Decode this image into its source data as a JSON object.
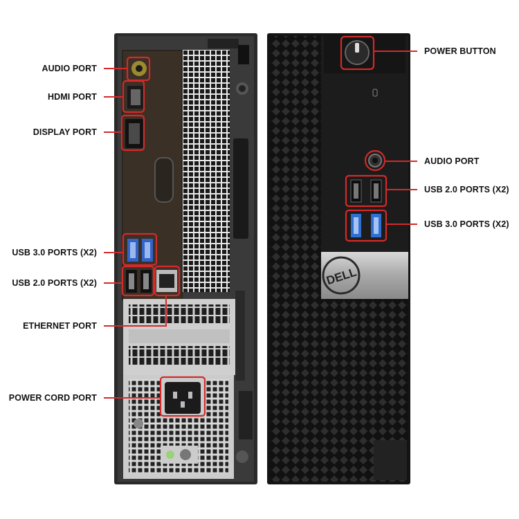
{
  "labels_left": [
    {
      "id": "audio-port-back",
      "text": "AUDIO PORT"
    },
    {
      "id": "hdmi-port",
      "text": "HDMI PORT"
    },
    {
      "id": "display-port",
      "text": "DISPLAY PORT"
    },
    {
      "id": "usb3-back",
      "text": "USB 3.0 PORTS (X2)"
    },
    {
      "id": "usb2-back",
      "text": "USB 2.0 PORTS (X2)"
    },
    {
      "id": "ethernet-port",
      "text": "ETHERNET PORT"
    },
    {
      "id": "power-cord-port",
      "text": "POWER CORD PORT"
    }
  ],
  "labels_right": [
    {
      "id": "power-button",
      "text": "POWER BUTTON"
    },
    {
      "id": "audio-port-front",
      "text": "AUDIO PORT"
    },
    {
      "id": "usb2-front",
      "text": "USB 2.0 PORTS (X2)"
    },
    {
      "id": "usb3-front",
      "text": "USB 3.0 PORTS (X2)"
    }
  ],
  "brand": {
    "logo_text": "DELL"
  },
  "colors": {
    "highlight": "#d42a2a",
    "case_dark": "#1c1c1c",
    "panel_silver": "#b8b8b8",
    "usb3_blue": "#2f6fd0"
  }
}
